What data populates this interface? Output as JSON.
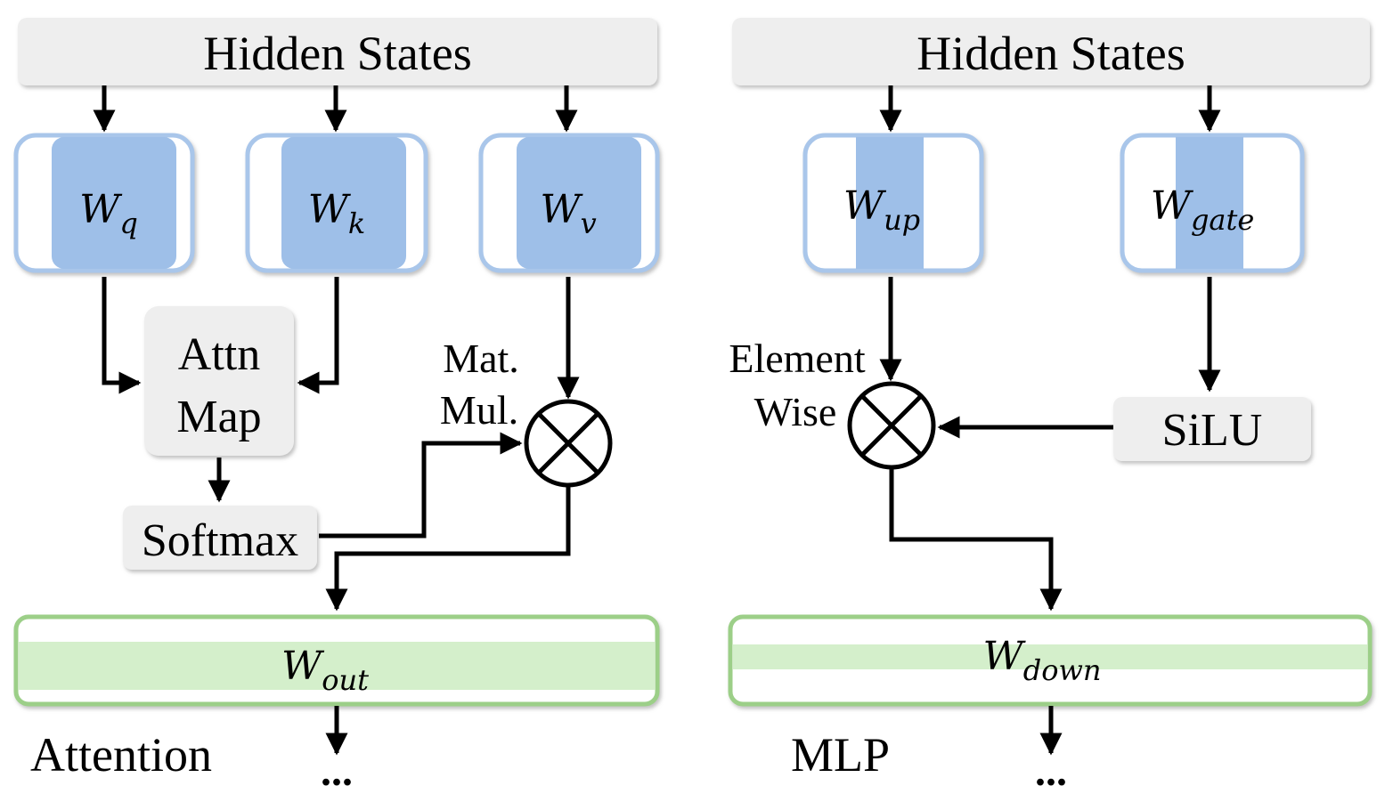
{
  "attention": {
    "hidden_states": "Hidden States",
    "wq": {
      "main": "W",
      "sub": "q"
    },
    "wk": {
      "main": "W",
      "sub": "k"
    },
    "wv": {
      "main": "W",
      "sub": "v"
    },
    "attn_map_line1": "Attn",
    "attn_map_line2": "Map",
    "softmax": "Softmax",
    "matmul_line1": "Mat.",
    "matmul_line2": "Mul.",
    "wout": {
      "main": "W",
      "sub": "out"
    },
    "section_label": "Attention",
    "ellipsis": "..."
  },
  "mlp": {
    "hidden_states": "Hidden States",
    "wup": {
      "main": "W",
      "sub": "up"
    },
    "wgate": {
      "main": "W",
      "sub": "gate"
    },
    "silu": "SiLU",
    "elementwise_line1": "Element",
    "elementwise_line2": "Wise",
    "wdown": {
      "main": "W",
      "sub": "down"
    },
    "section_label": "MLP",
    "ellipsis": "..."
  },
  "colors": {
    "box_fill": "#eeeeee",
    "blue_fill": "#9ebfe8",
    "blue_border": "#a9c6ea",
    "green_fill": "#d4efcb",
    "green_border": "#9ccf88",
    "line": "#000000"
  }
}
